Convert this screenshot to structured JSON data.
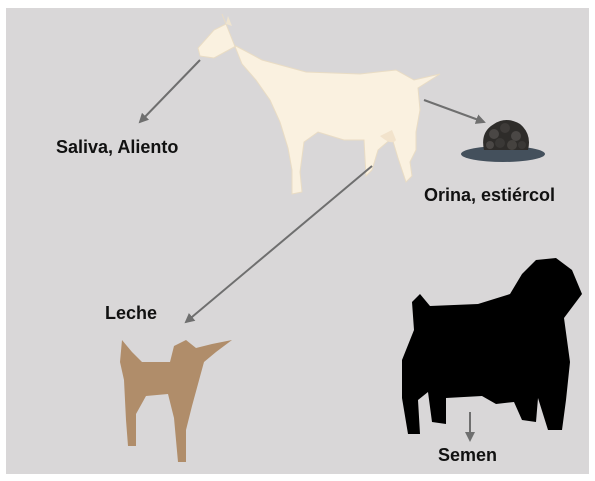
{
  "labels": {
    "saliva": "Saliva, Aliento",
    "orina": "Orina, estiércol",
    "leche": "Leche",
    "semen": "Semen"
  },
  "colors": {
    "background": "#d9d7d8",
    "goat_adult": "#faf1e0",
    "kid": "#b08d6a",
    "buck": "#000000",
    "manure": "#2e2c2a",
    "urine": "#44505c",
    "arrow": "#6f6f6f"
  }
}
